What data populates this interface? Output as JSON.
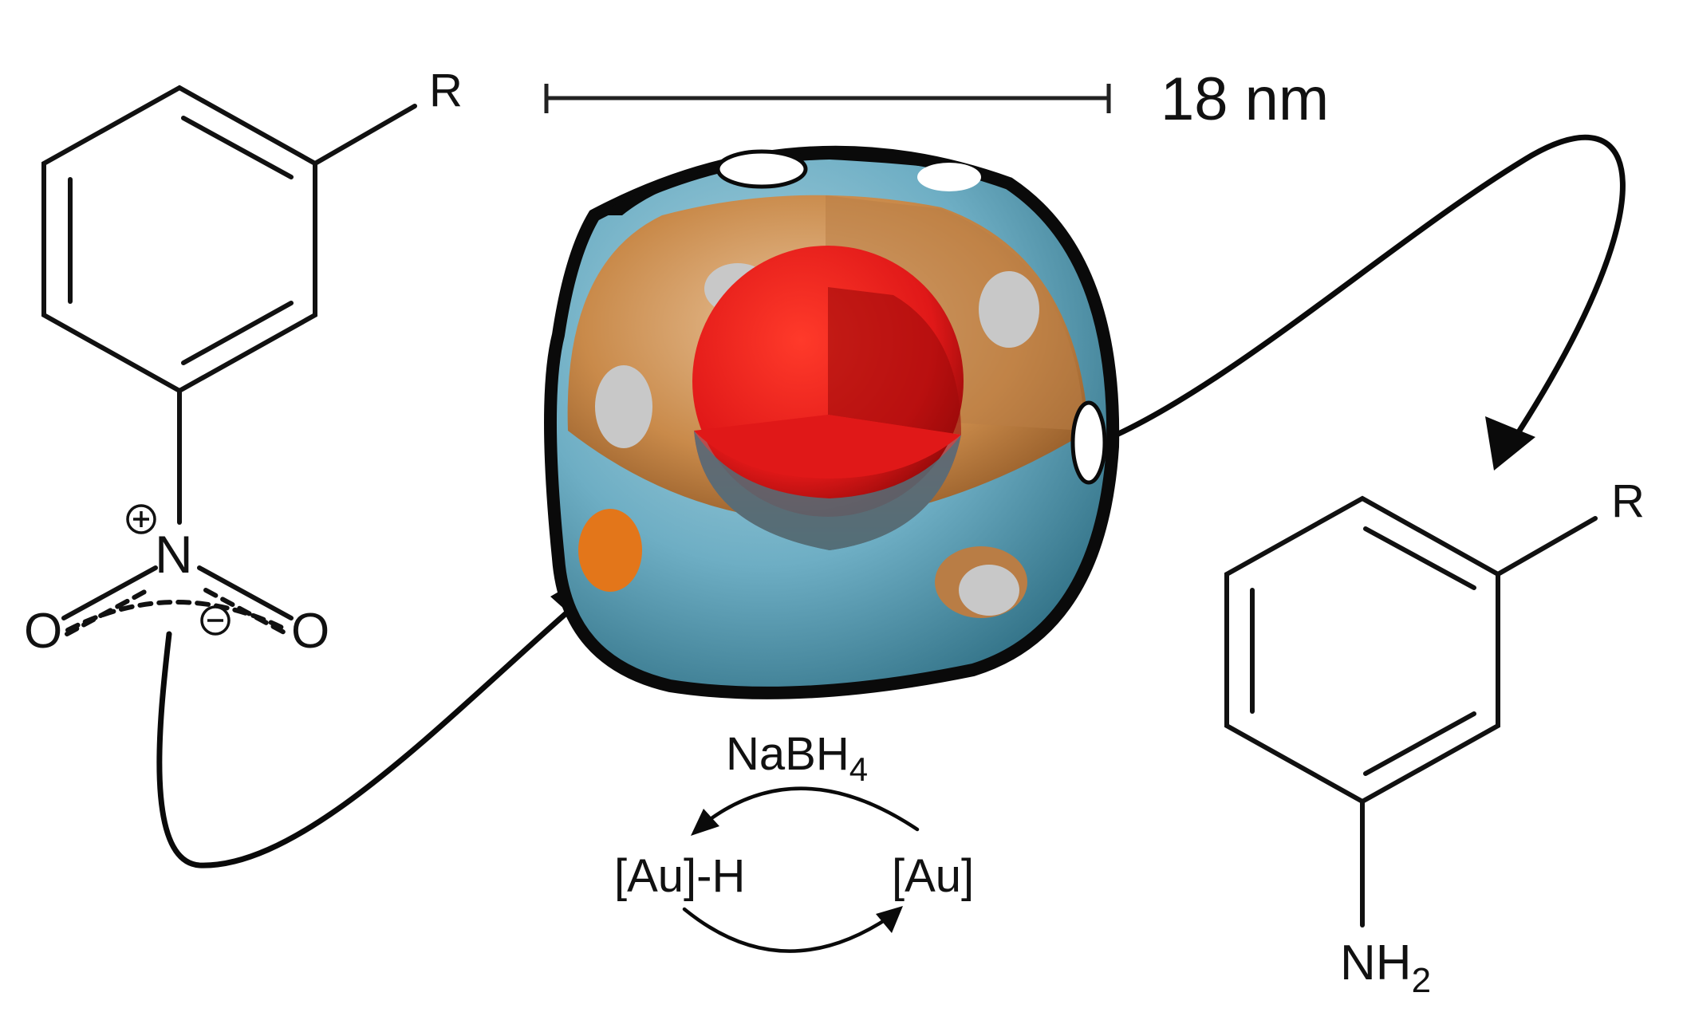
{
  "scale_bar": {
    "label": "18 nm"
  },
  "reactant": {
    "substituent": "R",
    "nitrogen": "N",
    "oxygen_left": "O",
    "oxygen_right": "O",
    "plus_charge": "+",
    "minus_charge": "−"
  },
  "product": {
    "substituent": "R",
    "amine": "NH",
    "amine_subscript": "2"
  },
  "catalytic_cycle": {
    "reductant": "NaBH",
    "reductant_subscript": "4",
    "hydride": "[Au]-H",
    "gold": "[Au]"
  },
  "colors": {
    "core": "#e01818",
    "core_dark": "#9e0a0a",
    "middle_shell": "#c98a4a",
    "outer_shell": "#6eaec4",
    "outer_shell_dark": "#3f7f95",
    "hole": "#c8c8c8"
  }
}
